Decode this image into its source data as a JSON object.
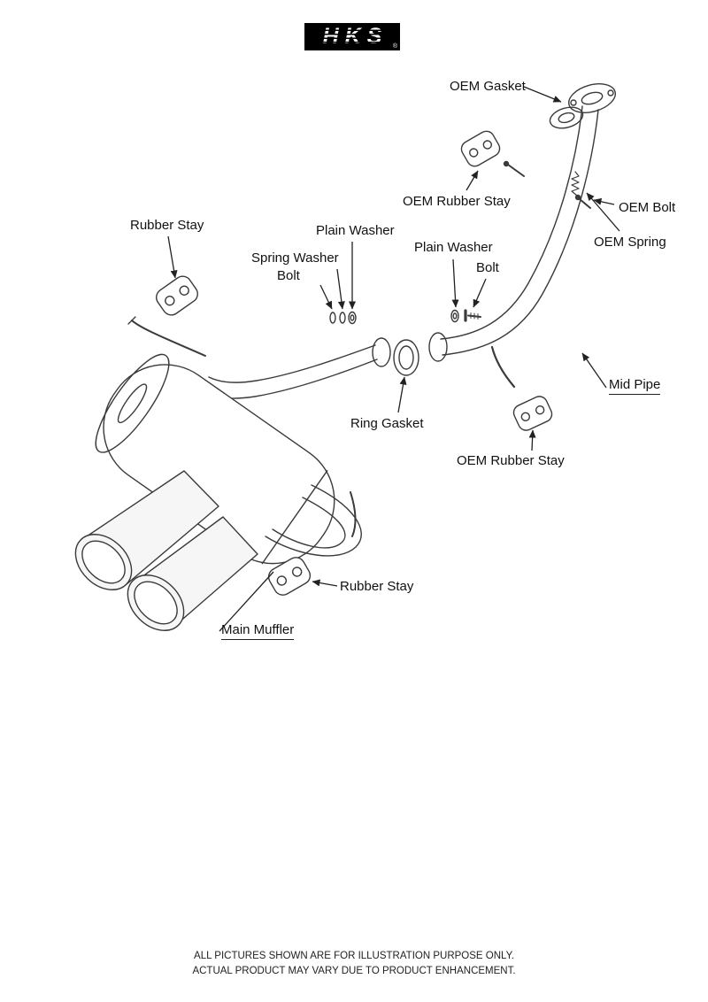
{
  "logo": {
    "text": "HKS",
    "registered_mark": "®"
  },
  "callouts": {
    "oem_gasket": "OEM Gasket",
    "oem_rubber_stay_top": "OEM Rubber Stay",
    "oem_bolt": "OEM Bolt",
    "oem_spring": "OEM Spring",
    "rubber_stay_front": "Rubber Stay",
    "plain_washer_left": "Plain Washer",
    "spring_washer": "Spring Washer",
    "bolt_left": "Bolt",
    "plain_washer_right": "Plain Washer",
    "bolt_right": "Bolt",
    "mid_pipe": "Mid Pipe",
    "ring_gasket": "Ring Gasket",
    "oem_rubber_stay_rear": "OEM Rubber Stay",
    "rubber_stay_rear": "Rubber Stay",
    "main_muffler": "Main Muffler"
  },
  "footer": {
    "line1": "ALL PICTURES SHOWN ARE FOR ILLUSTRATION PURPOSE ONLY.",
    "line2": "ACTUAL PRODUCT MAY VARY DUE TO PRODUCT ENHANCEMENT."
  },
  "colors": {
    "line_color": "#3a3a3a",
    "label_color": "#111111",
    "logo_bg": "#000000",
    "logo_text_color": "#ffffff"
  }
}
